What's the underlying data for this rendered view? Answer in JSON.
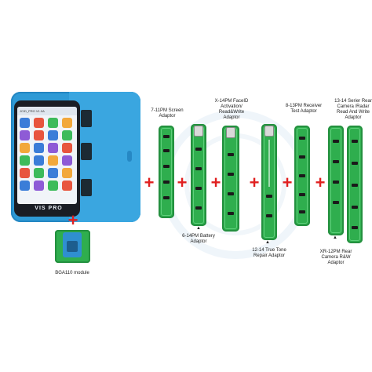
{
  "device": {
    "brand": "VIS PRO",
    "screen_header": "JCID_PRO V1.0A",
    "app_colors": [
      "#3b7dd8",
      "#e8553e",
      "#3dbb5b",
      "#f2a83b",
      "#8e5bd6",
      "#e8553e",
      "#3b7dd8",
      "#3dbb5b",
      "#f2a83b",
      "#3b7dd8",
      "#8e5bd6",
      "#e8553e",
      "#3dbb5b",
      "#3b7dd8",
      "#f2a83b",
      "#8e5bd6",
      "#e8553e",
      "#3dbb5b",
      "#3b7dd8",
      "#f2a83b",
      "#3b7dd8",
      "#8e5bd6",
      "#3dbb5b",
      "#e8553e"
    ]
  },
  "bga": {
    "label": "BGA110 module"
  },
  "adaptors": {
    "screen": "7-11PM Screen Adaptor",
    "battery": "6-14PM Battery Adaptor",
    "faceid": "X-14PM FaceID Activation/ Read&Write Adaptor",
    "truetone": "12-14 True Tone Repair Adaptor",
    "receiver": "8-13PM Receiver Test Adaptor",
    "rear_camera_xr": "XR-12PM Rear Camera R&W Adaptor",
    "rear_camera_radar": "13-14 Serier Rear Camera /Radar Read And Write Adaptor"
  },
  "plus_symbol": "+",
  "colors": {
    "device_blue": "#2e9ad6",
    "board_green": "#2fae4e",
    "plus_red": "#e02020"
  }
}
